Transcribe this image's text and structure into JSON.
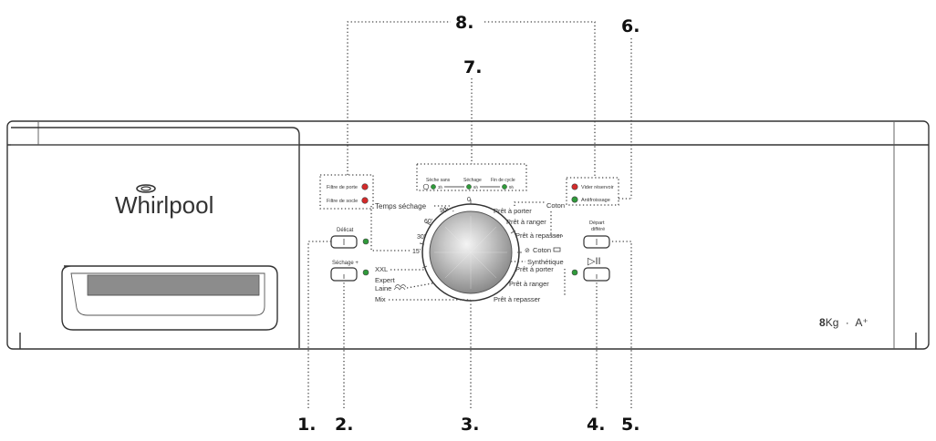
{
  "callouts": [
    "1.",
    "2.",
    "3.",
    "4.",
    "5.",
    "6.",
    "7.",
    "8."
  ],
  "brand": "Whirlpool",
  "capacity": {
    "value": "8",
    "unit": "Kg",
    "separator": "·",
    "energy": "A⁺"
  },
  "left_indicators": [
    "Filtre de porte",
    "Filtre de socle"
  ],
  "status_indicators": {
    "items": [
      "Sèche sans",
      "Séchage",
      "Fin de cycle"
    ],
    "hours": [
      "3h",
      "6h",
      "9h"
    ]
  },
  "right_indicators": [
    "Vider réservoir",
    "Antifroissage"
  ],
  "buttons": {
    "delicat": "Délicat",
    "sechage_plus": "Séchage +",
    "depart_line1": "Départ",
    "depart_line2": "différé",
    "start_pause_symbol": "▷II"
  },
  "dial": {
    "time_label": "Temps séchage",
    "time_marks": [
      "90'",
      "60'",
      "30'",
      "15'",
      "0"
    ],
    "left_programs": [
      "XXL",
      "Expert",
      "Laine",
      "Mix"
    ],
    "right_programs": [
      "Coton",
      "Prêt à porter",
      "Prêt à ranger",
      "Prêt à repasser",
      "Coton",
      "Synthétique",
      "Prêt à porter",
      "Prêt à ranger",
      "Prêt à repasser"
    ]
  },
  "colors": {
    "red_led": "#d42a2a",
    "green_led": "#2f9a3a",
    "line": "#333333"
  }
}
